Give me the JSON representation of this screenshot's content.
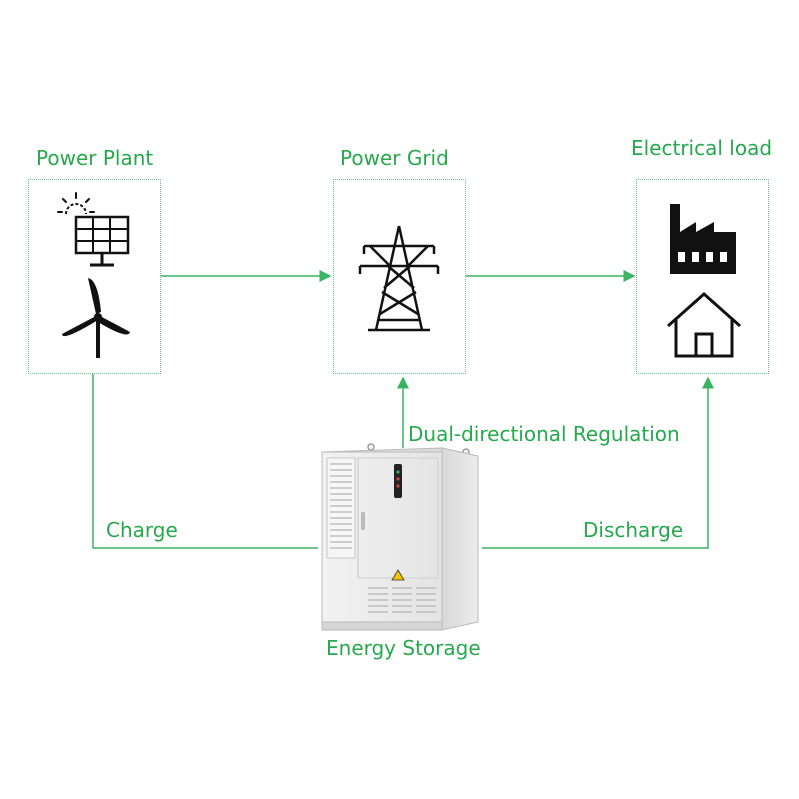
{
  "colors": {
    "accent": "#26a84c",
    "line": "#3ab463",
    "icon": "#111111",
    "cabinet": "#e9e9e9"
  },
  "nodes": {
    "power_plant": {
      "label": "Power Plant",
      "icons": [
        "solar-sun-icon",
        "solar-panel-icon",
        "wind-turbine-icon"
      ]
    },
    "power_grid": {
      "label": "Power Grid",
      "icons": [
        "transmission-tower-icon"
      ]
    },
    "electrical_load": {
      "label": "Electrical load",
      "icons": [
        "factory-icon",
        "house-icon"
      ]
    },
    "energy_storage": {
      "label": "Energy Storage",
      "icons": [
        "storage-cabinet-icon"
      ]
    }
  },
  "flows": {
    "charge": "Charge",
    "discharge": "Discharge",
    "regulation": "Dual-directional Regulation"
  }
}
